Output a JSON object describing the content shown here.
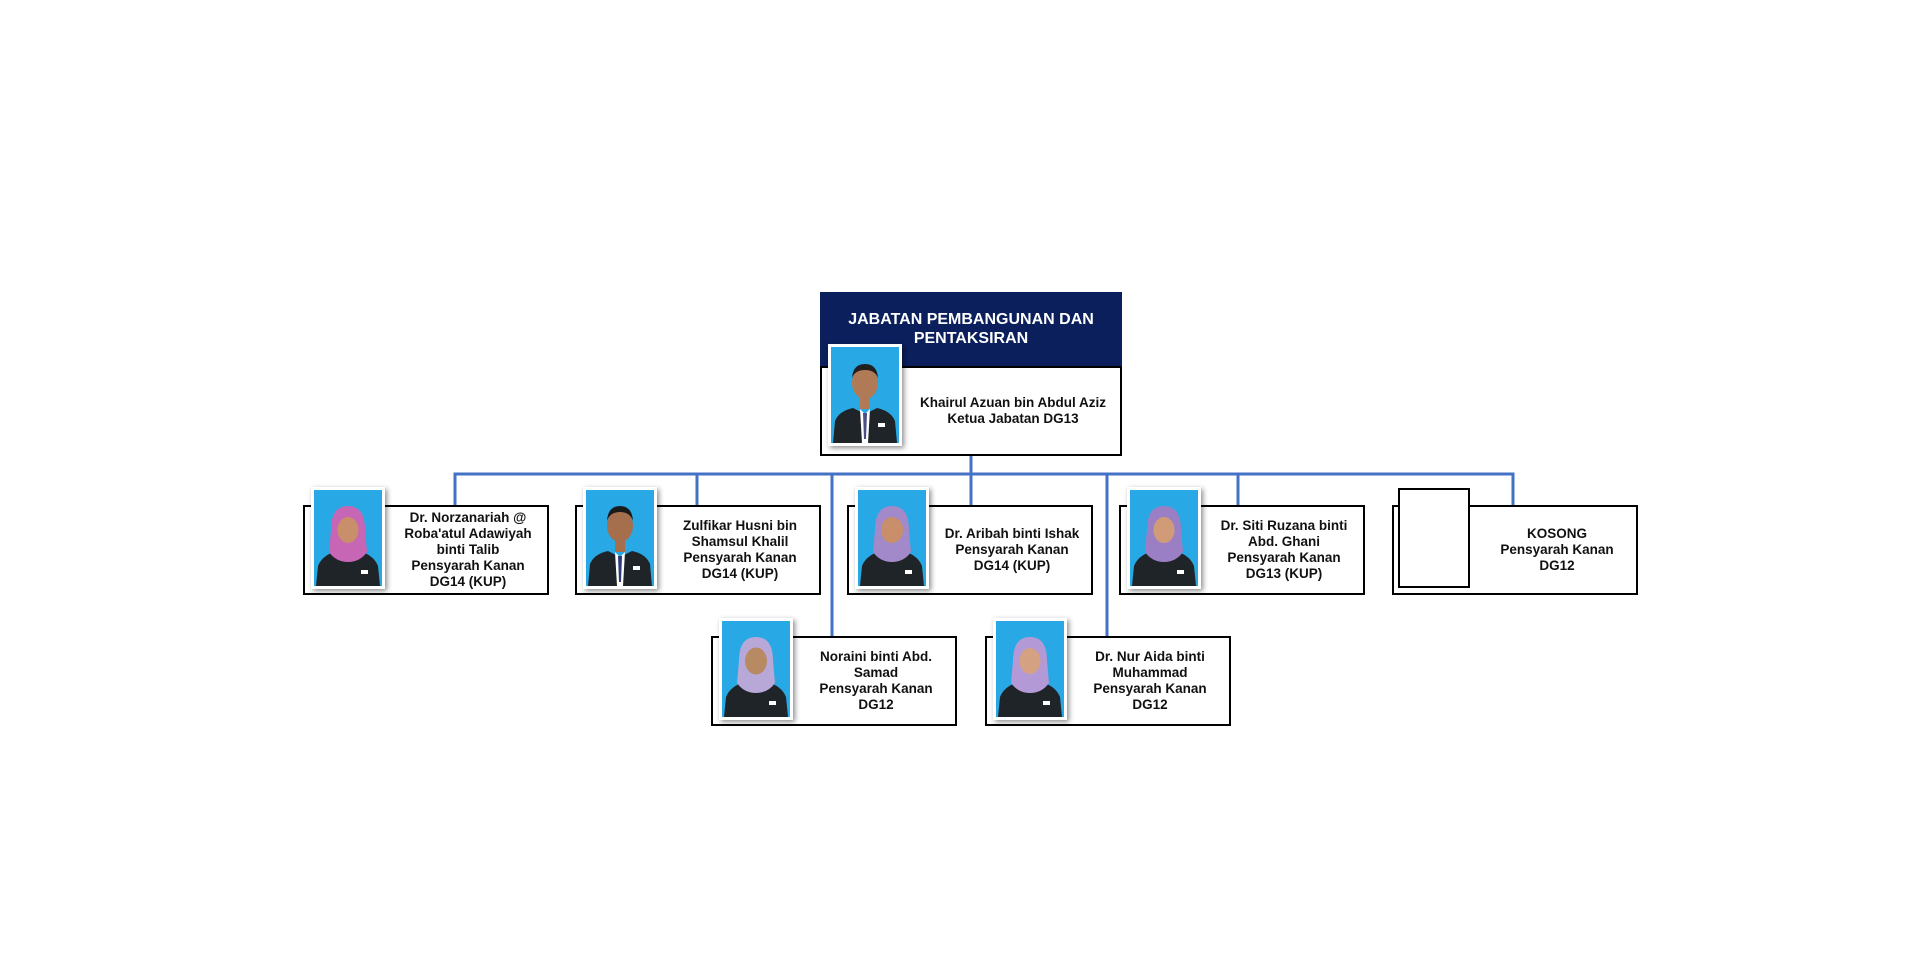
{
  "department": {
    "title": "JABATAN PEMBANGUNAN DAN PENTAKSIRAN",
    "head": {
      "name": "Khairul Azuan bin Abdul Aziz",
      "role": "Ketua Jabatan DG13"
    }
  },
  "staff": [
    {
      "name": "Dr. Norzanariah @ Roba'atul Adawiyah binti Talib",
      "position": "Pensyarah Kanan",
      "grade": "DG14 (KUP)",
      "photo": "woman-pink-hijab-portrait"
    },
    {
      "name": "Zulfikar Husni bin Shamsul Khalil",
      "position": "Pensyarah Kanan",
      "grade": "DG14 (KUP)",
      "photo": "man-portrait"
    },
    {
      "name": "Dr. Aribah binti Ishak",
      "position": "Pensyarah Kanan",
      "grade": "DG14 (KUP)",
      "photo": "woman-purple-hijab-portrait"
    },
    {
      "name": "Dr. Siti Ruzana binti Abd. Ghani",
      "position": "Pensyarah Kanan",
      "grade": "DG13 (KUP)",
      "photo": "woman-purple-hijab-portrait"
    },
    {
      "name": "KOSONG",
      "position": "Pensyarah Kanan",
      "grade": "DG12",
      "photo": "empty-photo-frame"
    },
    {
      "name": "Noraini binti Abd. Samad",
      "position": "Pensyarah Kanan",
      "grade": "DG12",
      "photo": "woman-lavender-hijab-portrait"
    },
    {
      "name": "Dr. Nur Aida binti Muhammad",
      "position": "Pensyarah Kanan",
      "grade": "DG12",
      "photo": "woman-lavender-hijab-portrait"
    }
  ],
  "colors": {
    "header_background": "#0a1f5c",
    "connector_line": "#4472c4",
    "card_border": "#000000",
    "photo_background": "#29a8e6",
    "suit": "#1f2429",
    "skin": "#c98f6b",
    "hijab_pink": "#c766b4",
    "hijab_purple": "#a289c9",
    "hijab_lavender": "#b7a8d8"
  }
}
